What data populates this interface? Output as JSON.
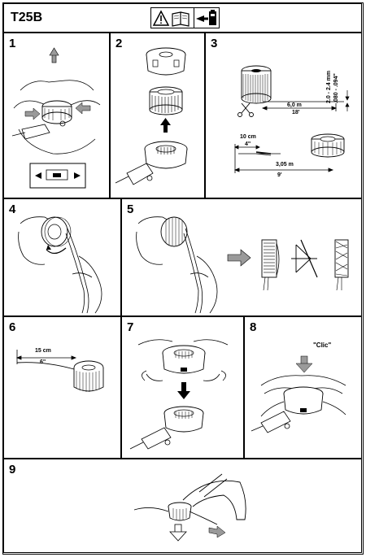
{
  "header": {
    "model": "T25B",
    "warning_icon": "warning-triangle-icon",
    "manual_icon": "open-book-icon",
    "battery_icon": "battery-removal-icon"
  },
  "steps": [
    {
      "number": "1"
    },
    {
      "number": "2"
    },
    {
      "number": "3",
      "line_diameter_metric": "2.0 - 2.4 mm",
      "line_diameter_imperial": ".080 - .094\"",
      "line_length_metric": "6,0 m",
      "line_length_imperial": "18'",
      "end_length_metric": "10 cm",
      "end_length_imperial": "4\"",
      "half_length_metric": "3,05 m",
      "half_length_imperial": "9'"
    },
    {
      "number": "4"
    },
    {
      "number": "5"
    },
    {
      "number": "6",
      "end_length_metric": "15 cm",
      "end_length_imperial": "6\""
    },
    {
      "number": "7"
    },
    {
      "number": "8",
      "click_text": "\"Clic\""
    },
    {
      "number": "9"
    }
  ],
  "colors": {
    "border": "#000000",
    "arrow_gray": "#9a9a9a",
    "background": "#ffffff"
  }
}
